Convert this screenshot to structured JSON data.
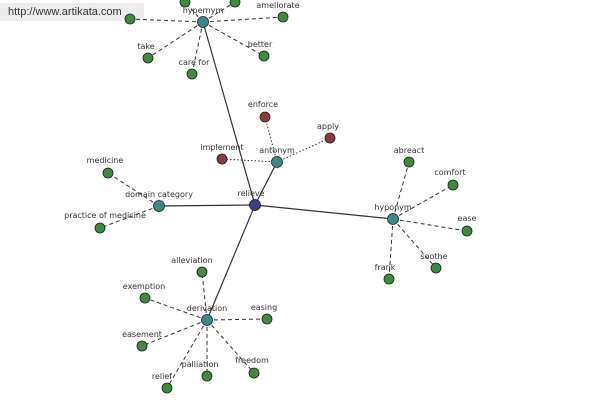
{
  "banner": {
    "url": "http://www.artikata.com"
  },
  "colors": {
    "center": "#3a3c8c",
    "hub": "#3a8a8a",
    "leaf": "#3f8a3f",
    "antonym_leaf": "#8c3a3a",
    "edge": "#333333"
  },
  "graph": {
    "center": {
      "label": "relieve"
    },
    "hubs": [
      {
        "id": "hypernym",
        "label": "hypernym",
        "link": "solid",
        "leaves": [
          {
            "label": ""
          },
          {
            "label": ""
          },
          {
            "label": ""
          },
          {
            "label": "ameliorate"
          },
          {
            "label": "take"
          },
          {
            "label": "care for"
          },
          {
            "label": "better"
          }
        ]
      },
      {
        "id": "antonym",
        "label": "antonym",
        "link": "solid",
        "leaves": [
          {
            "label": "enforce",
            "color": "antonym_leaf"
          },
          {
            "label": "apply",
            "color": "antonym_leaf"
          },
          {
            "label": "implement",
            "color": "antonym_leaf"
          }
        ]
      },
      {
        "id": "domain-category",
        "label": "domain category",
        "link": "solid",
        "leaves": [
          {
            "label": "medicine"
          },
          {
            "label": "practice of medicine"
          }
        ]
      },
      {
        "id": "hyponym",
        "label": "hyponym",
        "link": "solid",
        "leaves": [
          {
            "label": "abreact"
          },
          {
            "label": "comfort"
          },
          {
            "label": "ease"
          },
          {
            "label": "soothe"
          },
          {
            "label": "frank"
          }
        ]
      },
      {
        "id": "derivation",
        "label": "derivation",
        "link": "solid",
        "leaves": [
          {
            "label": "alleviation"
          },
          {
            "label": "exemption"
          },
          {
            "label": "easing"
          },
          {
            "label": "easement"
          },
          {
            "label": "relief"
          },
          {
            "label": "palliation"
          },
          {
            "label": "freedom"
          }
        ]
      }
    ]
  }
}
